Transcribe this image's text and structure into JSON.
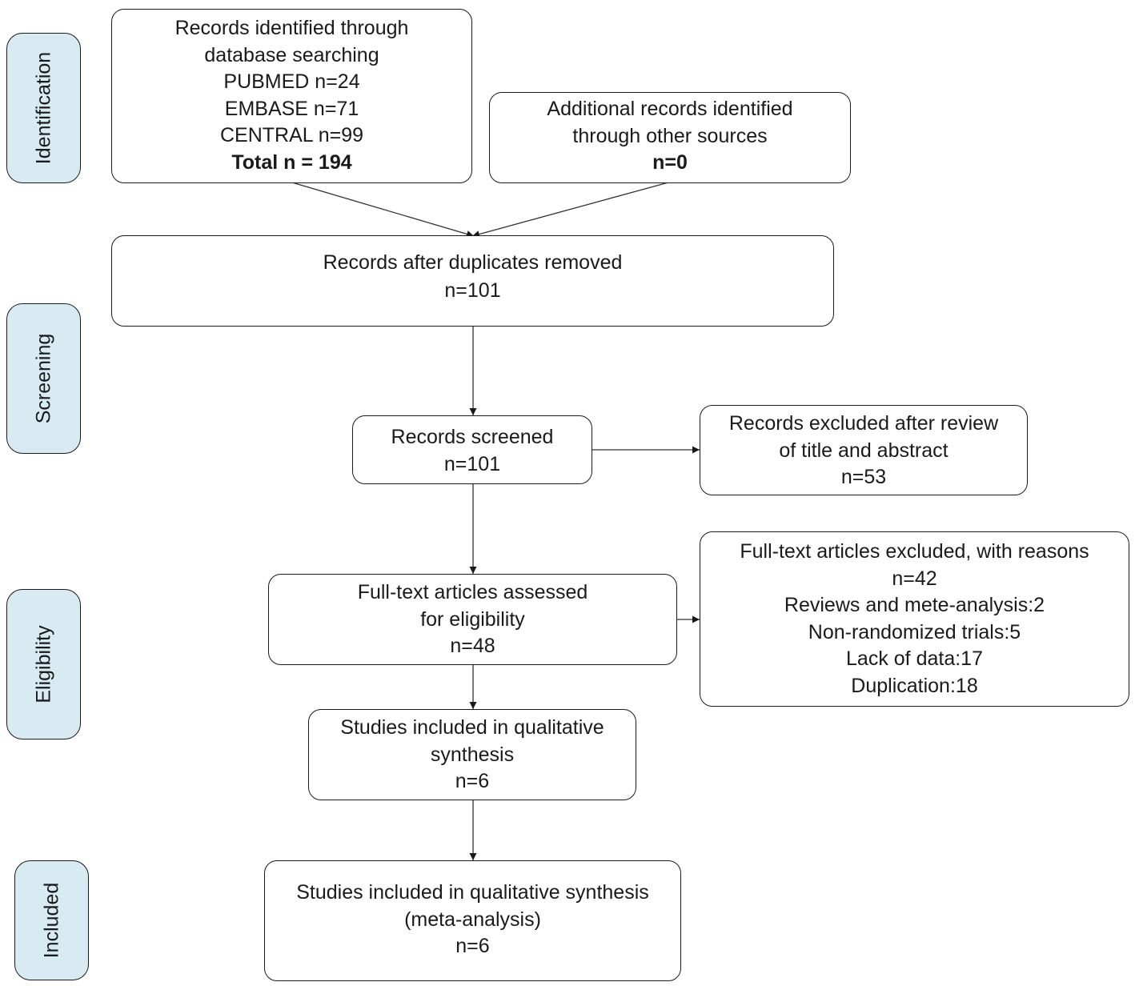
{
  "stages": {
    "identification": "Identification",
    "screening": "Screening",
    "eligibility": "Eligibility",
    "included": "Included"
  },
  "boxes": {
    "database_search": {
      "line1": "Records identified through",
      "line2": "database searching",
      "pubmed": "PUBMED n=24",
      "embase": "EMBASE n=71",
      "central": "CENTRAL n=99",
      "total": "Total n = 194"
    },
    "other_sources": {
      "line1": "Additional records identified",
      "line2": "through other sources",
      "count": "n=0"
    },
    "duplicates_removed": {
      "line1": "Records after duplicates removed",
      "count": "n=101"
    },
    "screened": {
      "line1": "Records screened",
      "count": "n=101"
    },
    "excluded_title_abstract": {
      "line1": "Records excluded after review",
      "line2": "of title and abstract",
      "count": "n=53"
    },
    "fulltext_assessed": {
      "line1": "Full-text articles assessed",
      "line2": "for eligibility",
      "count": "n=48"
    },
    "fulltext_excluded": {
      "line1": "Full-text articles excluded, with reasons",
      "count": "n=42",
      "reason1": "Reviews and mete-analysis:2",
      "reason2": "Non-randomized trials:5",
      "reason3": "Lack of data:17",
      "reason4": "Duplication:18"
    },
    "qualitative": {
      "line1": "Studies included in qualitative",
      "line2": "synthesis",
      "count": "n=6"
    },
    "meta_analysis": {
      "line1": "Studies included in qualitative synthesis",
      "line2": "(meta-analysis)",
      "count": "n=6"
    }
  }
}
